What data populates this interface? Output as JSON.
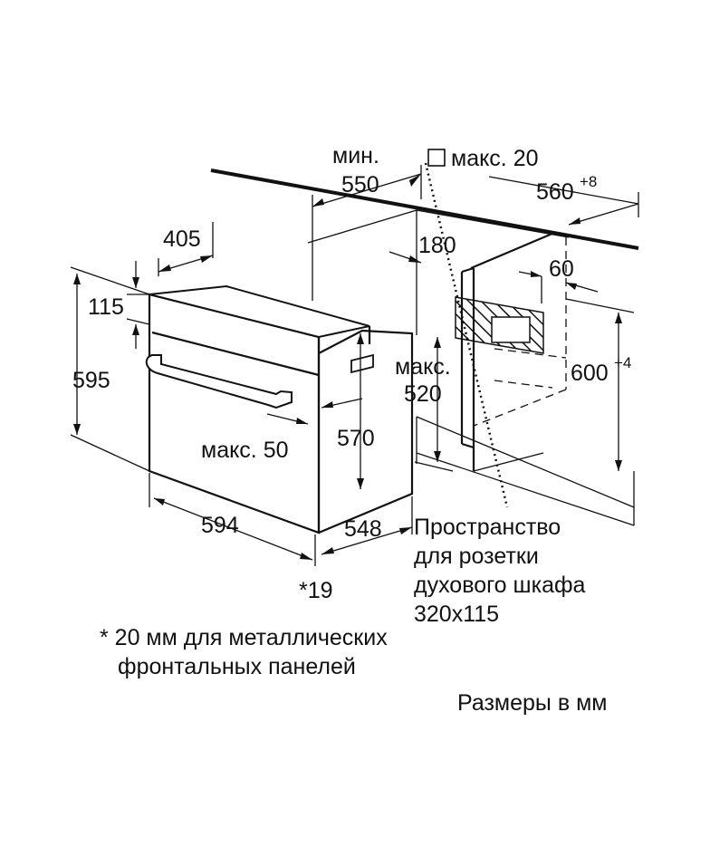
{
  "labels": {
    "min": "мин.",
    "min_value": "550",
    "max20": "макс. 20",
    "width_cabinet": "560",
    "width_cabinet_tol": "+8",
    "depth_405": "405",
    "depth_180": "180",
    "dim_60": "60",
    "dim_115": "115",
    "height_595": "595",
    "max_prefix": "макс.",
    "max_520": "520",
    "height_cabinet": "600",
    "height_cabinet_tol": "+4",
    "max50": "макс. 50",
    "height_570": "570",
    "width_594": "594",
    "depth_548": "548",
    "note_19": "*19",
    "socket_line1": "Пространство",
    "socket_line2": "для розетки",
    "socket_line3": "духового шкафа",
    "socket_line4": "320x115",
    "footnote_line1": "* 20 мм для металлических",
    "footnote_line2": "фронтальных панелей",
    "units": "Размеры в мм"
  }
}
